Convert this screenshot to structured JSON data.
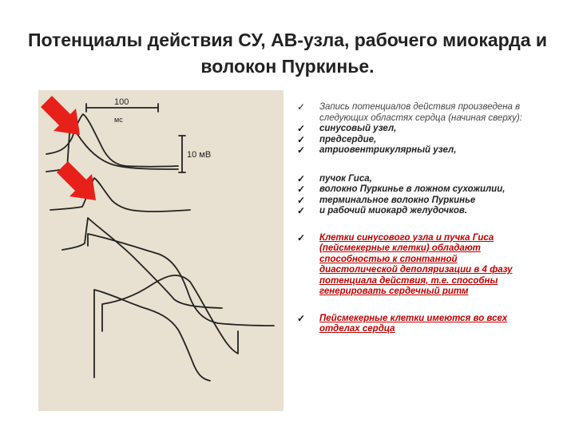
{
  "title": "Потенциалы действия СУ, АВ-узла, рабочего миокарда и волокон Пуркинье.",
  "figure": {
    "scale_time": "100",
    "scale_time_unit": "мс",
    "scale_voltage": "10 мВ"
  },
  "bullets": [
    {
      "text": "Запись потенциалов действия произведена в следующих областях сердца (начиная сверху):"
    },
    {
      "text": "синусовый узел,"
    },
    {
      "text": "предсердие,"
    },
    {
      "text": " атриовентрикулярный узел,"
    },
    {
      "text": " пучок Гиса,"
    },
    {
      "text": " волокно Пуркинье в ложном сухожилии,"
    },
    {
      "text": " терминальное волокно Пуркинье"
    },
    {
      "text": "и рабочий миокард желудочков."
    },
    {
      "text": "Клетки синусового узла и пучка Гиса (пейсмекерные клетки) обладают способностью к спонтанной диастолической деполяризации в 4 фазу потенциала действия, т.е. способны генерировать сердечный ритм",
      "underlined": "(пейсмекерные клетки)"
    },
    {
      "text": "Пейсмекерные клетки имеются во всех отделах сердца"
    }
  ],
  "colors": {
    "arrow": "#e8201a",
    "emphasis": "#c00000",
    "figure_bg": "#e8e0d0"
  }
}
